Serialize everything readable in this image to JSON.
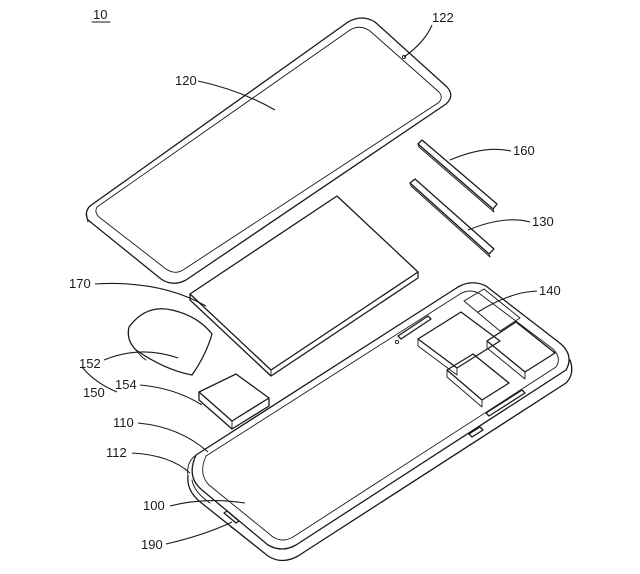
{
  "figure_label": "10",
  "labels": {
    "l122": "122",
    "l120": "120",
    "l160": "160",
    "l130": "130",
    "l170": "170",
    "l140": "140",
    "l152": "152",
    "l150": "150",
    "l154": "154",
    "l110": "110",
    "l112": "112",
    "l100": "100",
    "l190": "190"
  }
}
